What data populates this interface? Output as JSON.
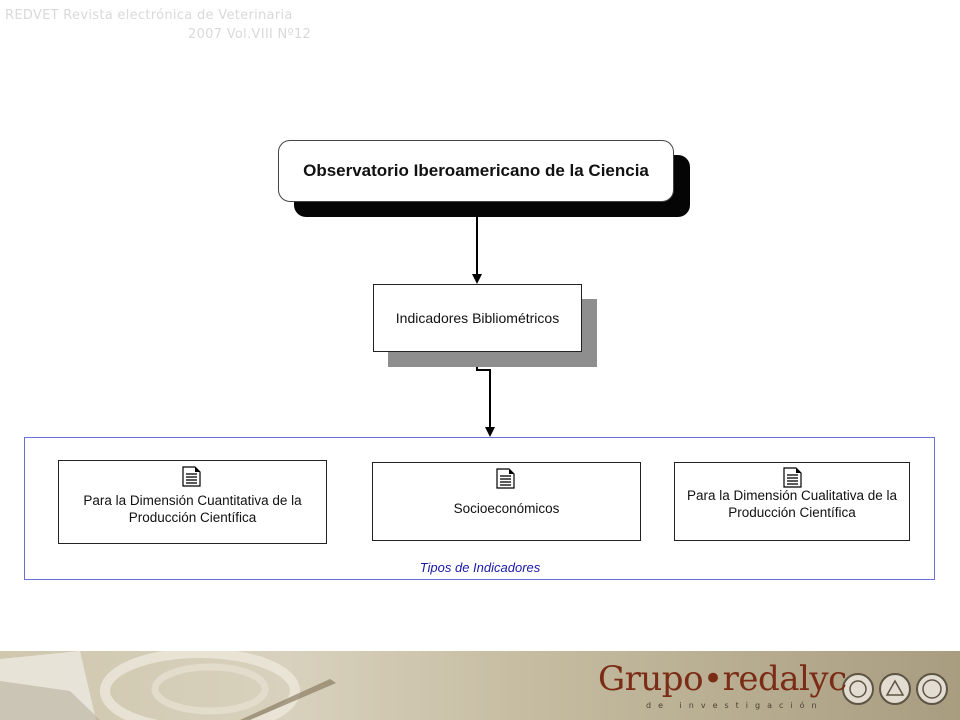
{
  "header": {
    "journal_title": "REDVET Revista electrónica de Veterinaria",
    "issue": "2007 Vol.VIII Nº12"
  },
  "diagram": {
    "root": "Observatorio Iberoamericano de la Ciencia",
    "child": "Indicadores Bibliométricos",
    "group_label": "Tipos de Indicadores",
    "group_items": [
      "Para la Dimensión Cuantitativa de la Producción Científica",
      "Socioeconómicos",
      "Para la Dimensión Cualitativa de la Producción Científica"
    ]
  },
  "footer": {
    "logo_text": "Grupo•redalyc",
    "logo_subtitle": "de investigación",
    "seals": [
      "seal-1-icon",
      "seal-2-icon",
      "seal-3-icon"
    ]
  },
  "colors": {
    "group_border": "#6a72d8",
    "group_label": "#1a1aa8",
    "logo": "#7b2c16"
  }
}
